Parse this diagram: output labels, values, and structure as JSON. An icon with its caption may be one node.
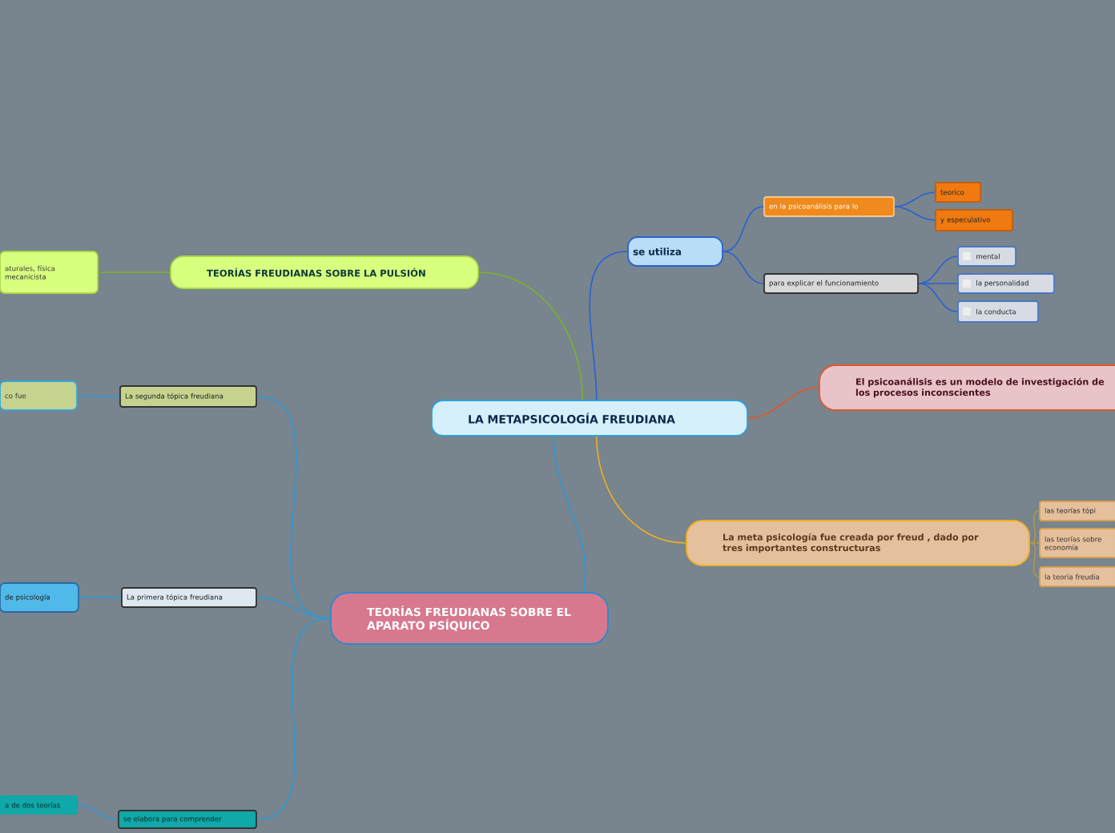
{
  "diagram": {
    "nodes": [
      {
        "text": [
          "LA METAPSICOLOGÍA FREUDIANA"
        ]
      },
      {
        "text": [
          "se utiliza"
        ]
      },
      {
        "text": [
          "en la  psicoanálisis para lo"
        ]
      },
      {
        "text": [
          "teorico"
        ]
      },
      {
        "text": [
          "y especulativo"
        ]
      },
      {
        "text": [
          "para explicar el funcionamiento"
        ]
      },
      {
        "text": [
          "mental"
        ]
      },
      {
        "text": [
          "la personalidad"
        ]
      },
      {
        "text": [
          "la conducta"
        ]
      },
      {
        "text": [
          "El psicoanálisis es un modelo de investigación de los procesos inconscientes"
        ]
      },
      {
        "text": [
          "La meta psicología fue creada por freud , dado por tres importantes constructuras"
        ]
      },
      {
        "text": [
          "las teorías tópi"
        ]
      },
      {
        "text": [
          "las teorías sobre economía"
        ]
      },
      {
        "text": [
          "la teoría freudia"
        ]
      },
      {
        "text": [
          "TEORÍAS FREUDIANAS SOBRE LA PULSIÓN"
        ]
      },
      {
        "text": [
          "aturales, física mecanicista"
        ]
      },
      {
        "text": [
          "TEORÍAS FREUDIANAS SOBRE EL APARATO PSÍQUICO"
        ]
      },
      {
        "text": [
          "La segunda tópica freudiana"
        ]
      },
      {
        "text": [
          "co fue"
        ]
      },
      {
        "text": [
          "La primera tópica freudiana"
        ]
      },
      {
        "text": [
          "de psicología"
        ]
      },
      {
        "text": [
          "se elabora para comprender"
        ]
      },
      {
        "text": [
          "a de dos teorías"
        ]
      }
    ],
    "edges": [
      {
        "from": 0,
        "to": 1,
        "arrow": "none",
        "color": "#2a62d0"
      },
      {
        "from": 1,
        "to": 2,
        "arrow": "none",
        "color": "#2a62d0"
      },
      {
        "from": 2,
        "to": 3,
        "arrow": "none",
        "color": "#2a62d0"
      },
      {
        "from": 2,
        "to": 4,
        "arrow": "none",
        "color": "#2a62d0"
      },
      {
        "from": 1,
        "to": 5,
        "arrow": "none",
        "color": "#2a62d0"
      },
      {
        "from": 5,
        "to": 6,
        "arrow": "none",
        "color": "#2a62d0"
      },
      {
        "from": 5,
        "to": 7,
        "arrow": "none",
        "color": "#2a62d0"
      },
      {
        "from": 5,
        "to": 8,
        "arrow": "none",
        "color": "#2a62d0"
      },
      {
        "from": 0,
        "to": 9,
        "arrow": "none",
        "color": "#e0582a"
      },
      {
        "from": 0,
        "to": 10,
        "arrow": "none",
        "color": "#f0b020"
      },
      {
        "from": 10,
        "to": 11,
        "arrow": "none",
        "color": "#b09a40"
      },
      {
        "from": 10,
        "to": 12,
        "arrow": "none",
        "color": "#b09a40"
      },
      {
        "from": 10,
        "to": 13,
        "arrow": "none",
        "color": "#b09a40"
      },
      {
        "from": 0,
        "to": 14,
        "arrow": "none",
        "color": "#78b428"
      },
      {
        "from": 14,
        "to": 15,
        "arrow": "none",
        "color": "#78b428"
      },
      {
        "from": 0,
        "to": 16,
        "arrow": "none",
        "color": "#2a9ad8"
      },
      {
        "from": 16,
        "to": 17,
        "arrow": "none",
        "color": "#2a9ad8"
      },
      {
        "from": 17,
        "to": 18,
        "arrow": "none",
        "color": "#2a9ad8"
      },
      {
        "from": 16,
        "to": 19,
        "arrow": "none",
        "color": "#2a9ad8"
      },
      {
        "from": 19,
        "to": 20,
        "arrow": "none",
        "color": "#2a9ad8"
      },
      {
        "from": 16,
        "to": 21,
        "arrow": "none",
        "color": "#2a9ad8"
      },
      {
        "from": 21,
        "to": 22,
        "arrow": "none",
        "color": "#2a9ad8"
      }
    ]
  }
}
